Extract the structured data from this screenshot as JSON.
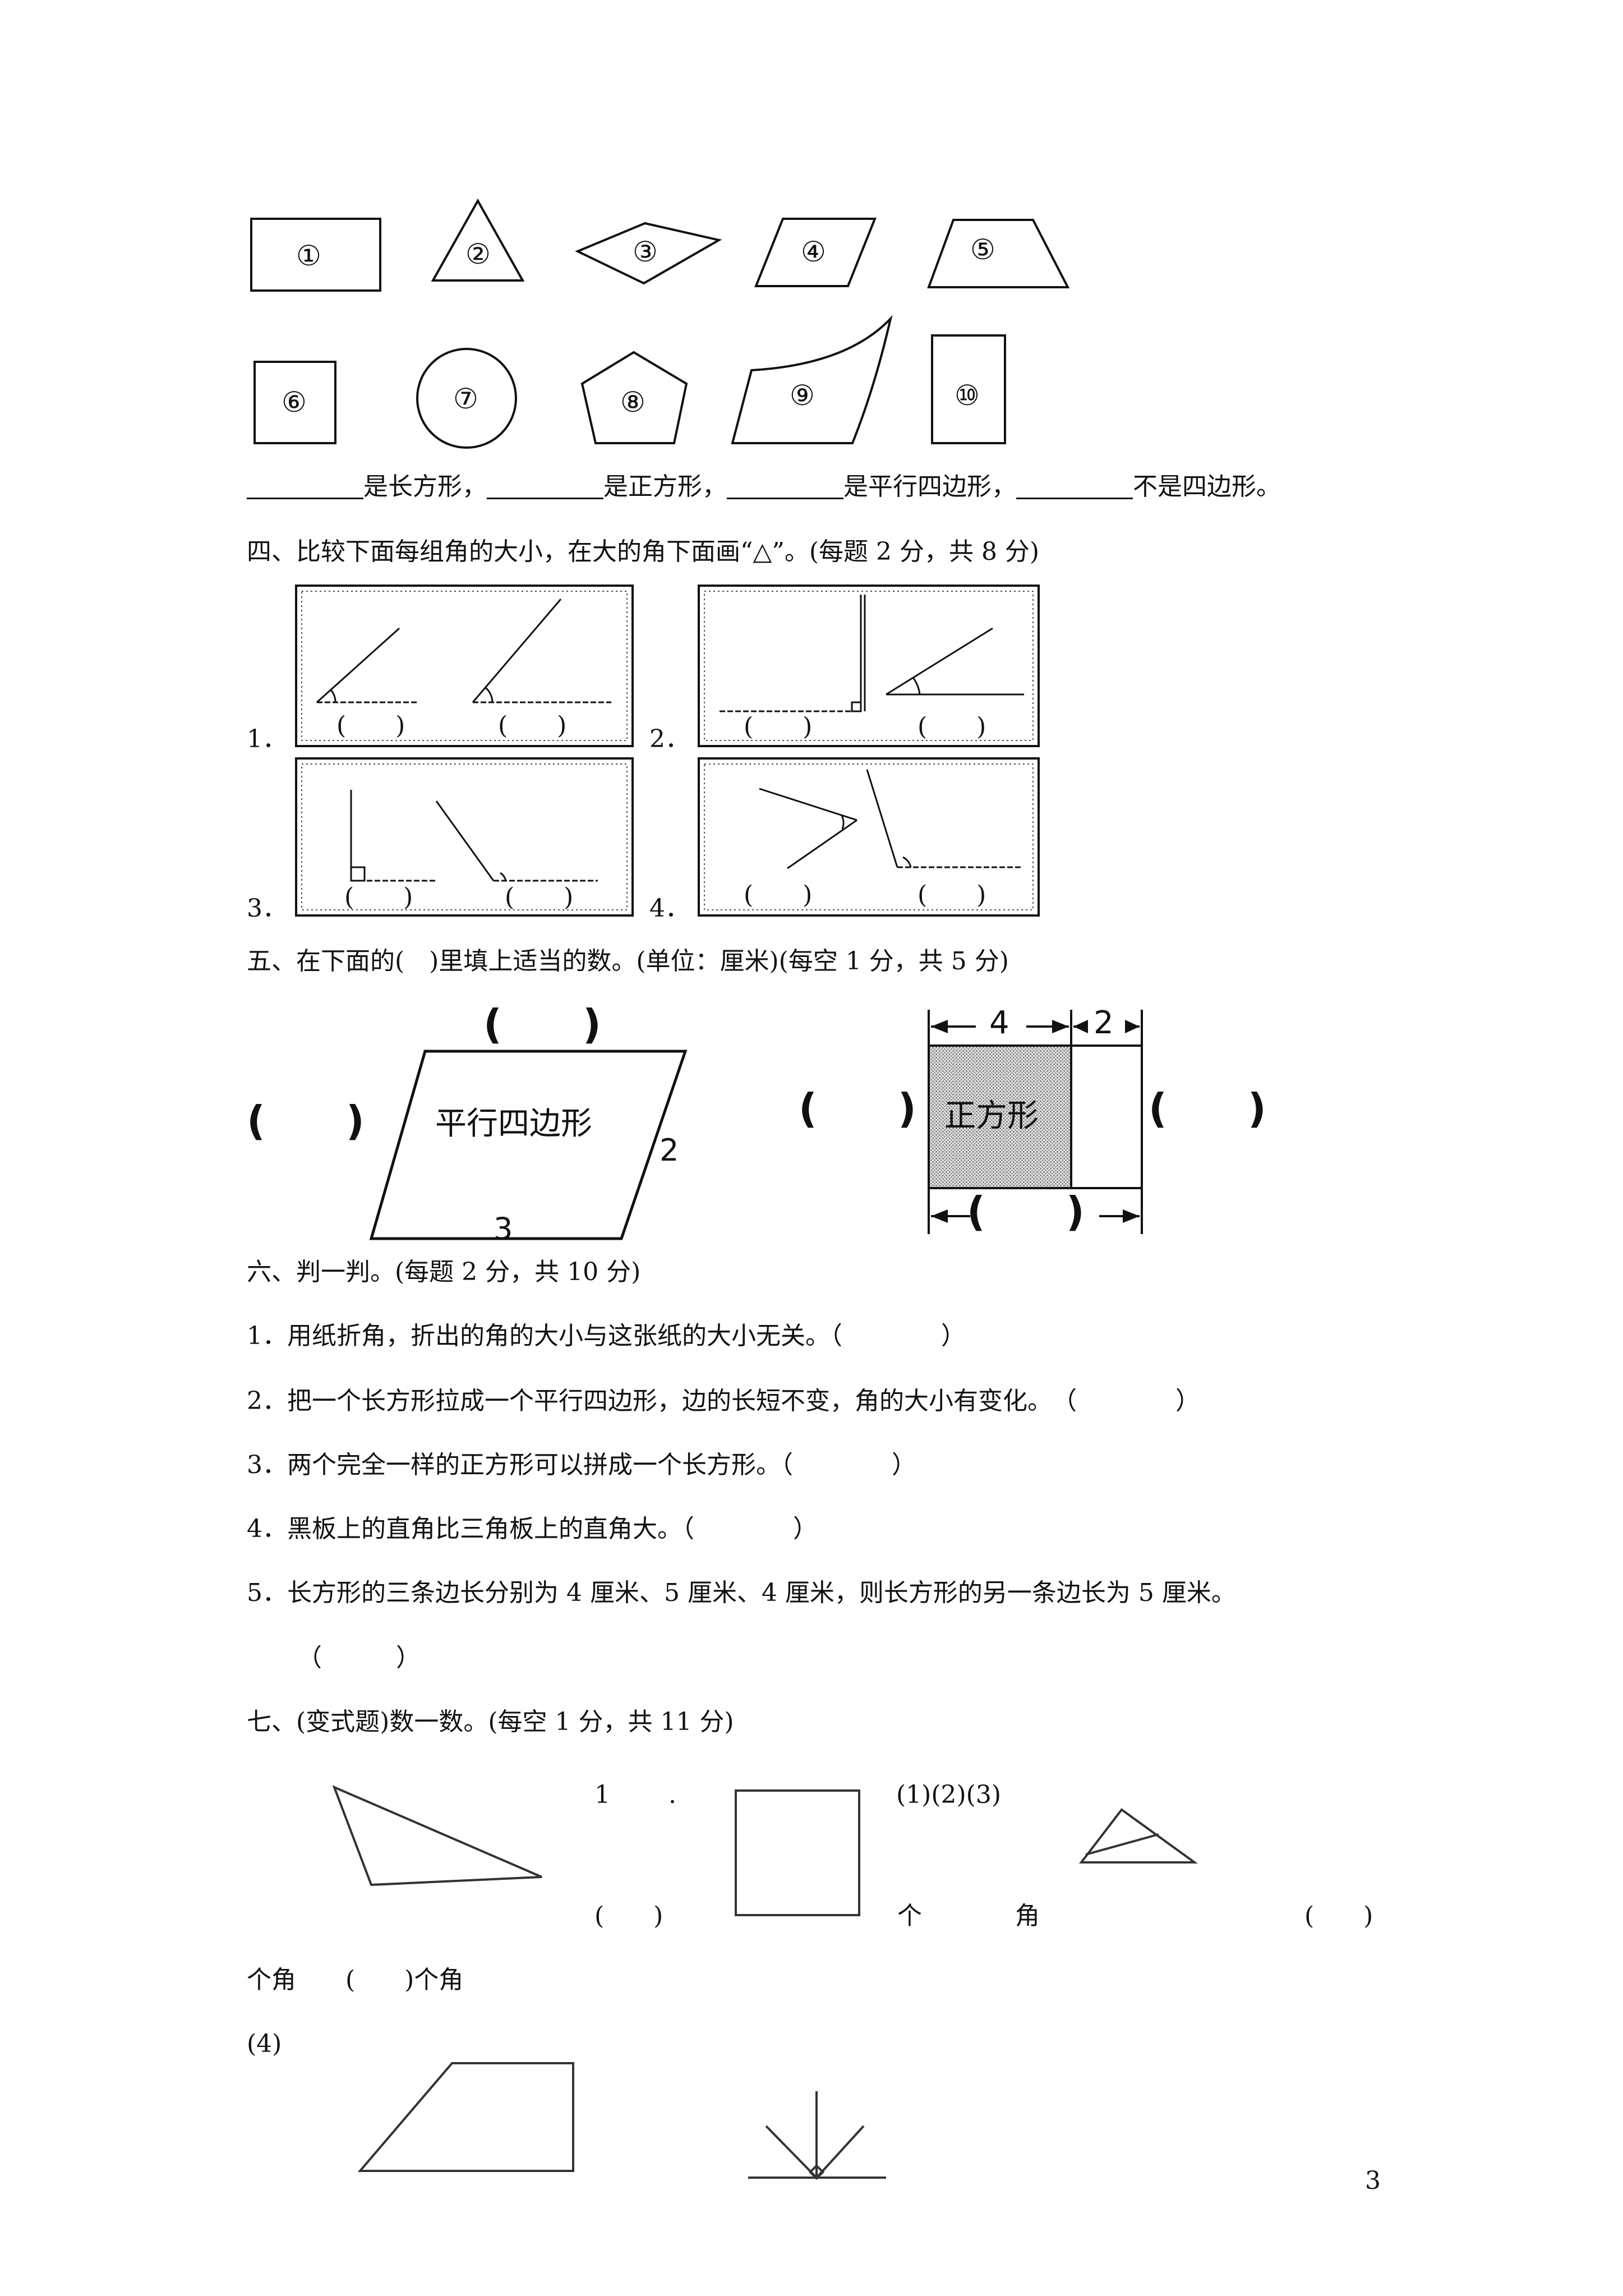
{
  "shapes": {
    "labels": [
      "①",
      "②",
      "③",
      "④",
      "⑤",
      "⑥",
      "⑦",
      "⑧",
      "⑨",
      "⑩"
    ],
    "question_line": {
      "parts": [
        "是长方形，",
        "是正方形，",
        "是平行四边形，",
        "不是四边形。"
      ]
    }
  },
  "section4": {
    "title": "四、比较下面每组角的大小，在大的角下面画“△”。(每题 2 分，共 8 分)",
    "numbers": [
      "1．",
      "2．",
      "3．",
      "4．"
    ],
    "paren": "(　　)"
  },
  "section5": {
    "title": "五、在下面的(　)里填上适当的数。(单位：厘米)(每空 1 分，共 5 分)",
    "parallelogram_label": "平行四边形",
    "side_a": "2",
    "side_b": "3",
    "square_label": "正方形",
    "dim_4": "4",
    "dim_2": "2",
    "blank": "(　　)"
  },
  "section6": {
    "title": "六、判一判。(每题 2 分，共 10 分)",
    "items": [
      "1．用纸折角，折出的角的大小与这张纸的大小无关。（　　　　）",
      "2．把一个长方形拉成一个平行四边形，边的长短不变，角的大小有变化。　（　　　　）",
      "3．两个完全一样的正方形可以拼成一个长方形。（　　　　）",
      "4．黑板上的直角比三角板上的直角大。（　　　　）",
      "5．长方形的三条边长分别为 4 厘米、5 厘米、4 厘米，则长方形的另一条边长为 5 厘米。",
      "（　　　）"
    ]
  },
  "section7": {
    "title": "七、(变式题)数一数。(每空 1 分，共 11 分)",
    "num_1": "1",
    "dot": ".",
    "sub_labels": "(1)(2)(3)",
    "paren1": "(　　)",
    "ge": "个",
    "jiao": "角",
    "paren2": "(　　)",
    "line2": "个角　　(　　)个角",
    "sub4": "(4)"
  },
  "page_number": "3"
}
